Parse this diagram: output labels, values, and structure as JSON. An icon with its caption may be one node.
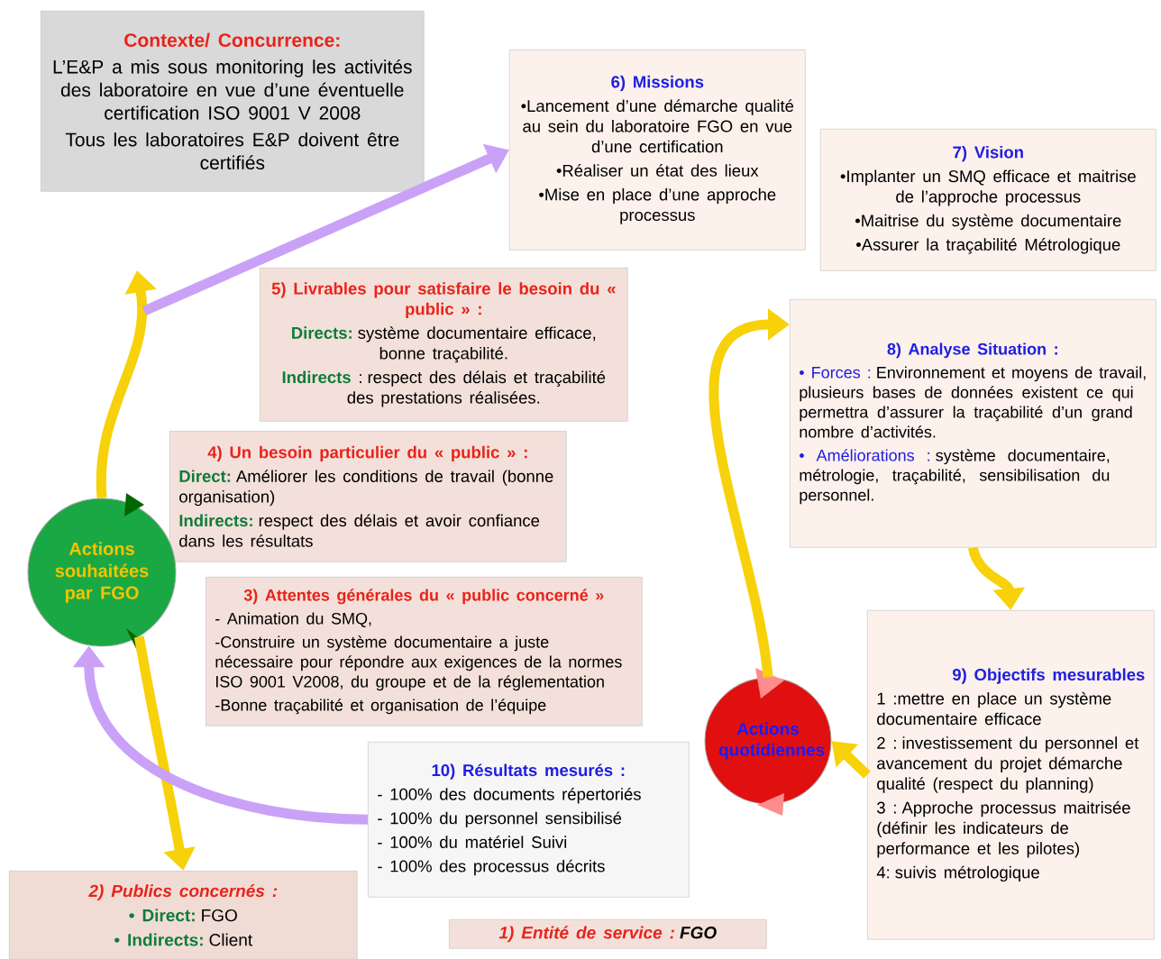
{
  "diagram": {
    "nodes": [
      {
        "text": [
          "Contexte/ Concurrence:",
          "L’E&P a mis sous monitoring les activités des laboratoire en vue d’une éventuelle certification ISO 9001 V 2008",
          "Tous les laboratoires E&P doivent être certifiés"
        ]
      },
      {
        "text": [
          "6) Missions",
          "•Lancement d’une démarche qualité au sein du laboratoire FGO en vue d’une certification",
          "•Réaliser un état des lieux",
          "•Mise en place d’une approche processus"
        ]
      },
      {
        "text": [
          "7) Vision",
          "•Implanter un SMQ efficace et maitrise de l’approche processus",
          "•Maitrise du système documentaire",
          "•Assurer la traçabilité Métrologique"
        ]
      },
      {
        "text": [
          "5) Livrables pour satisfaire le besoin du « public » :",
          "Directs:",
          "système documentaire efficace, bonne traçabilité.",
          "Indirects",
          ": respect des délais et traçabilité des prestations réalisées."
        ]
      },
      {
        "text": [
          "8) Analyse Situation :",
          "• Forces :",
          "Environnement et moyens de travail, plusieurs bases de données existent ce qui permettra d’assurer la traçabilité d’un grand nombre d’activités.",
          "• Améliorations :",
          "système documentaire, métrologie, traçabilité, sensibilisation du personnel."
        ]
      },
      {
        "text": [
          "4) Un besoin particulier du « public » :",
          "Direct:",
          "Améliorer les conditions de travail (bonne organisation)",
          "Indirects:",
          "respect des délais et avoir confiance dans les résultats"
        ]
      },
      {
        "text": [
          "Actions souhaitées par FGO"
        ]
      },
      {
        "text": [
          "3) Attentes générales du « public concerné »",
          "- Animation du SMQ,",
          "-Construire un système documentaire a juste nécessaire pour répondre aux exigences de la normes ISO 9001 V2008, du groupe et de la réglementation",
          "-Bonne traçabilité et organisation de l’équipe"
        ]
      },
      {
        "text": [
          "9) Objectifs mesurables",
          "1 :mettre en place un système documentaire efficace",
          "2 : investissement du personnel et avancement du projet démarche qualité (respect du planning)",
          "3 : Approche processus maitrisée (définir les indicateurs de performance et les pilotes)",
          "4: suivis métrologique"
        ]
      },
      {
        "text": [
          "Actions quotidiennes"
        ]
      },
      {
        "text": [
          "10) Résultats mesurés :",
          "- 100% des documents répertoriés",
          "- 100% du personnel sensibilisé",
          "- 100% du matériel Suivi",
          "- 100% des processus décrits"
        ]
      },
      {
        "text": [
          "2) Publics concernés :",
          "• Direct:",
          "FGO",
          "• Indirects:",
          "Client"
        ]
      },
      {
        "text": [
          "1) Entité de service :",
          "FGO"
        ]
      }
    ],
    "edges": [
      {
        "from": 6,
        "to": null,
        "arrow": "to"
      },
      {
        "from": 6,
        "to": 11,
        "arrow": "to"
      },
      {
        "from": null,
        "to": 1,
        "arrow": "to",
        "color": "#c9a2f7"
      },
      {
        "from": 9,
        "to": 4,
        "arrow": "to"
      },
      {
        "from": 4,
        "to": 8,
        "arrow": "to"
      },
      {
        "from": 8,
        "to": 9,
        "arrow": "to"
      },
      {
        "from": 10,
        "to": 6,
        "arrow": "to",
        "color": "#c9a2f7"
      }
    ]
  }
}
